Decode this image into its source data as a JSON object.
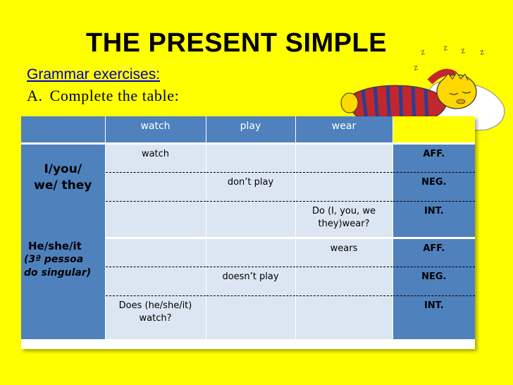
{
  "slide": {
    "title": "THE PRESENT SIMPLE",
    "subtitle": "Grammar exercises:",
    "instruction_letter": "A.",
    "instruction_text": "Complete the table:"
  },
  "table": {
    "headers": [
      "",
      "watch",
      "play",
      "wear",
      ""
    ],
    "groups": [
      {
        "subject": "I/you/ we/ they",
        "subject_lines": [
          "I/you/",
          "we/ they"
        ],
        "rows": [
          {
            "cells": [
              "watch",
              "",
              ""
            ],
            "form": "AFF."
          },
          {
            "cells": [
              "",
              "don’t play",
              ""
            ],
            "form": "NEG."
          },
          {
            "cells": [
              "",
              "",
              "Do (I, you, we they)wear?"
            ],
            "form": "INT."
          }
        ]
      },
      {
        "subject": "He/she/it (3ª pessoa do singular)",
        "subject_main": "He/she/it",
        "subject_note_1": "(3ª pessoa",
        "subject_note_2": "do singular)",
        "rows": [
          {
            "cells": [
              "",
              "",
              "wears"
            ],
            "form": "AFF."
          },
          {
            "cells": [
              "",
              "doesn’t play",
              ""
            ],
            "form": "NEG."
          },
          {
            "cells": [
              "Does (he/she/it) watch?",
              "",
              ""
            ],
            "form": "INT."
          }
        ]
      }
    ]
  },
  "illustration": {
    "icon": "sleeping-character-icon",
    "snore_text": "z z z z z",
    "colors": {
      "skin": "#ffd800",
      "pyjama_red": "#c0282d",
      "pyjama_blue": "#2c3e8f",
      "pillow": "#ffffff"
    }
  },
  "colors": {
    "background": "#ffff00",
    "header_blue": "#4f81bd",
    "cell_light": "#dce6f2",
    "subtitle_blue": "#0000c0"
  }
}
